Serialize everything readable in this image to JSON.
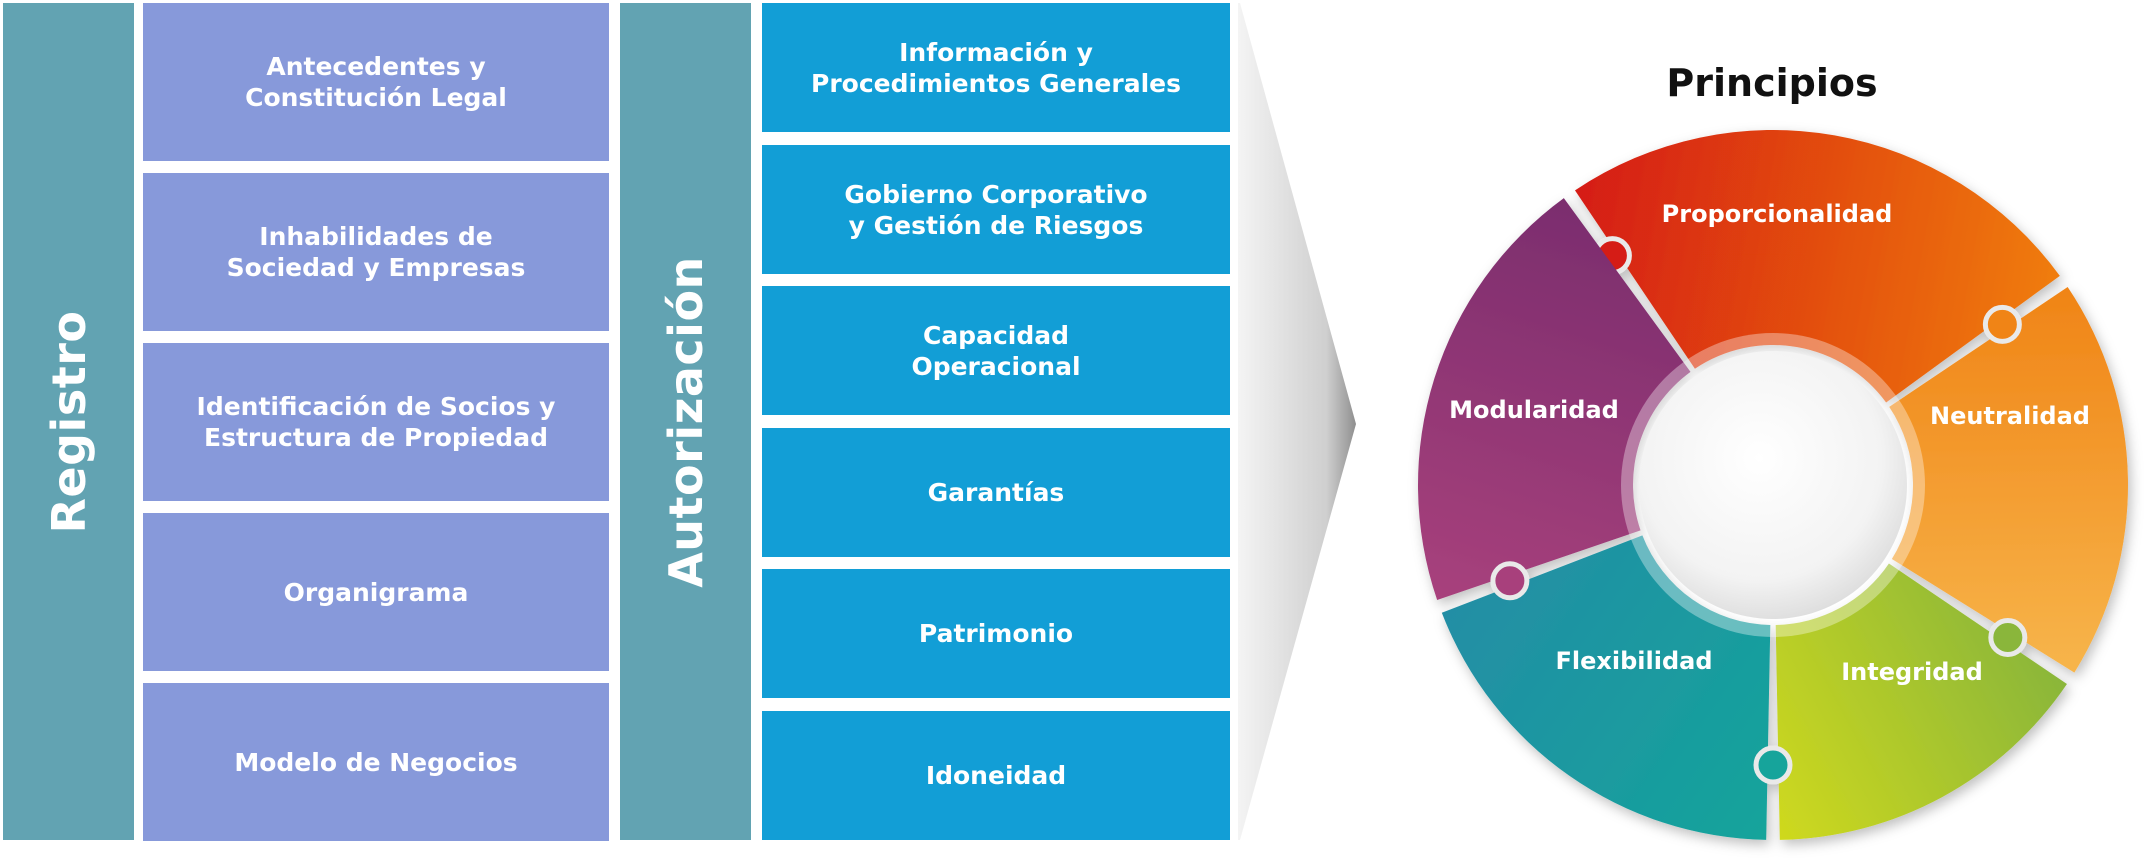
{
  "registro": {
    "label": "Registro",
    "items": [
      "Antecedentes y\nConstitución Legal",
      "Inhabilidades de\nSociedad y Empresas",
      "Identificación de Socios y\nEstructura de Propiedad",
      "Organigrama",
      "Modelo de Negocios"
    ]
  },
  "autorizacion": {
    "label": "Autorización",
    "items": [
      "Información y\nProcedimientos Generales",
      "Gobierno Corporativo\ny Gestión de Riesgos",
      "Capacidad\nOperacional",
      "Garantías",
      "Patrimonio",
      "Idoneidad"
    ]
  },
  "principios": {
    "title": "Principios",
    "segments": [
      {
        "label": "Proporcionalidad",
        "color_a": "#d51c12",
        "color_b": "#f07d10"
      },
      {
        "label": "Neutralidad",
        "color_a": "#f08416",
        "color_b": "#f7b54b"
      },
      {
        "label": "Integridad",
        "color_a": "#8ab63a",
        "color_b": "#cfd91e"
      },
      {
        "label": "Flexibilidad",
        "color_a": "#14a49b",
        "color_b": "#238ea5"
      },
      {
        "label": "Modularidad",
        "color_a": "#a8417c",
        "color_b": "#7b2d6e"
      }
    ]
  }
}
